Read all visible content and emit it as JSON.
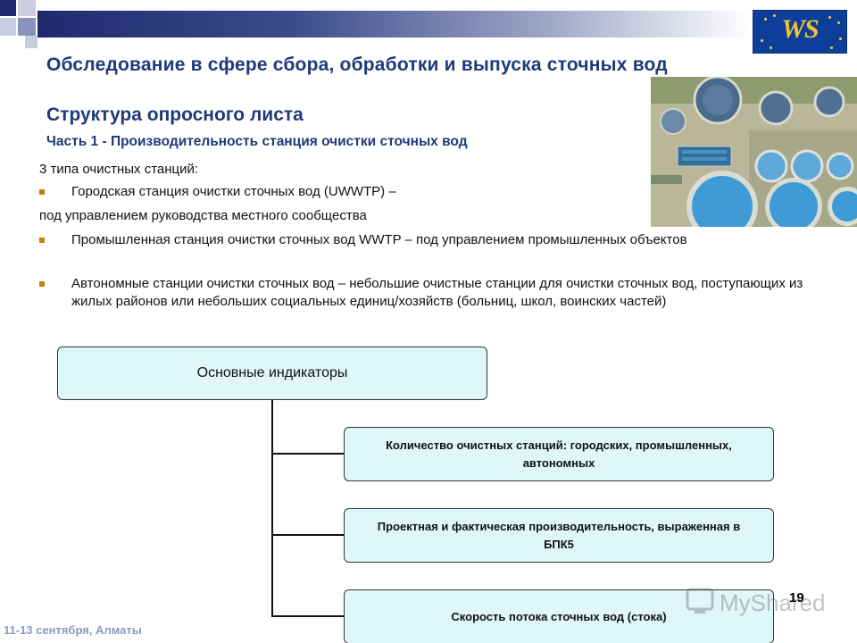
{
  "colors": {
    "title": "#1f3a7a",
    "accent_red": "#c0392b",
    "box_fill": "#dff7f9",
    "bullet": "#b8860b",
    "footer": "#8a9ac0"
  },
  "header": {
    "logo_text": "WS",
    "logo_icon": "eu-stars-logo"
  },
  "title": "Обследование в сфере сбора, обработки и выпуска сточных вод",
  "subtitle": "Структура опросного листа",
  "part": {
    "prefix": "Часть 1 ",
    "label": " - Производительность  станция очистки сточных вод"
  },
  "intro": "3 типа очистных станций:",
  "items": [
    {
      "text": "Городская станция очистки сточных вод (UWWTP) –",
      "continuation": "под управлением руководства местного сообщества"
    },
    {
      "text": "Промышленная станция очистки сточных вод WWTP – под управлением промышленных объектов"
    },
    {
      "text": "Автономные станции очистки сточных вод – небольшие очистные станции для очистки сточных вод, поступающих из жилых районов или небольших социальных единиц/хозяйств (больниц, школ, воинских частей)"
    }
  ],
  "diagram": {
    "main": "Основные индикаторы",
    "boxes": [
      "Количество очистных станций: городских, промышленных, автономных",
      "Проектная и фактическая производительность, выраженная в БПК5",
      "Скорость потока сточных вод (стока)"
    ]
  },
  "footer": {
    "date": "11-13 сентября, Алматы",
    "page": "19",
    "watermark": "MyShared"
  }
}
